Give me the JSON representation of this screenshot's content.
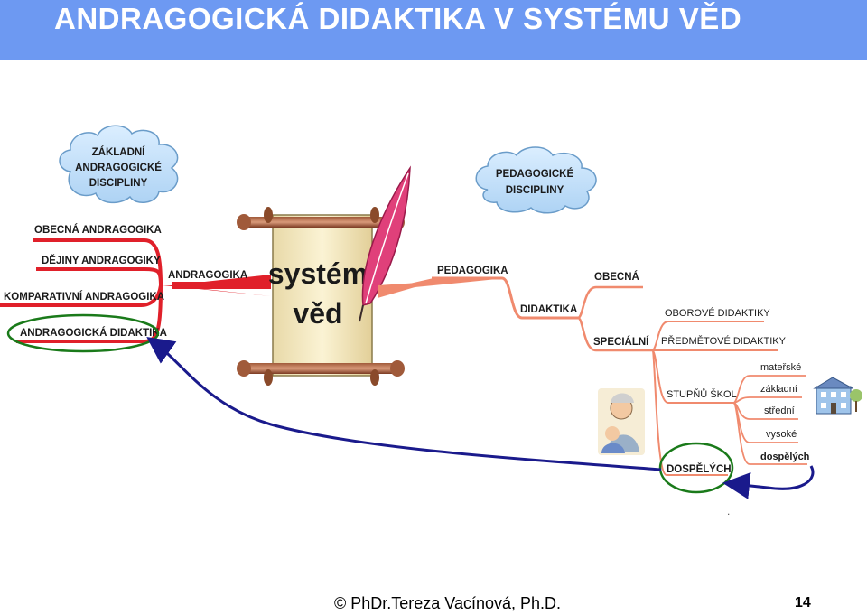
{
  "header": {
    "title": "ANDRAGOGICKÁ DIDAKTIKA V SYSTÉMU VĚD"
  },
  "clouds": {
    "andragogy": [
      "ZÁKLADNÍ",
      "ANDRAGOGICKÉ",
      "DISCIPLINY"
    ],
    "pedagogy": [
      "PEDAGOGICKÉ",
      "DISCIPLINY"
    ]
  },
  "scroll": {
    "line1": "systém",
    "line2": "věd"
  },
  "andragogy_branches": [
    "OBECNÁ ANDRAGOGIKA",
    "DĚJINY ANDRAGOGIKY",
    "KOMPARATIVNÍ ANDRAGOGIKA",
    "ANDRAGOGICKÁ DIDAKTIKA"
  ],
  "andragogy_main": "ANDRAGOGIKA",
  "pedagogy_main": "PEDAGOGIKA",
  "didaktika": "DIDAKTIKA",
  "obecna": "OBECNÁ",
  "specialni": "SPECIÁLNÍ",
  "special_branches": [
    "OBOROVÉ DIDAKTIKY",
    "PŘEDMĚTOVÉ DIDAKTIKY",
    "STUPŇŮ ŠKOL"
  ],
  "school_levels": [
    "mateřské",
    "základní",
    "střední",
    "vysoké",
    "dospělých"
  ],
  "dospelych": "DOSPĚLÝCH",
  "dot": ".",
  "footer": {
    "author": "© PhDr.Tereza Vacínová, Ph.D.",
    "page": "14"
  },
  "colors": {
    "header": "#6d99f2",
    "andragogy": "#e0202a",
    "pedagogy": "#f08a6e",
    "circle": "#1a7a1a",
    "arrow": "#1a1a8c"
  }
}
